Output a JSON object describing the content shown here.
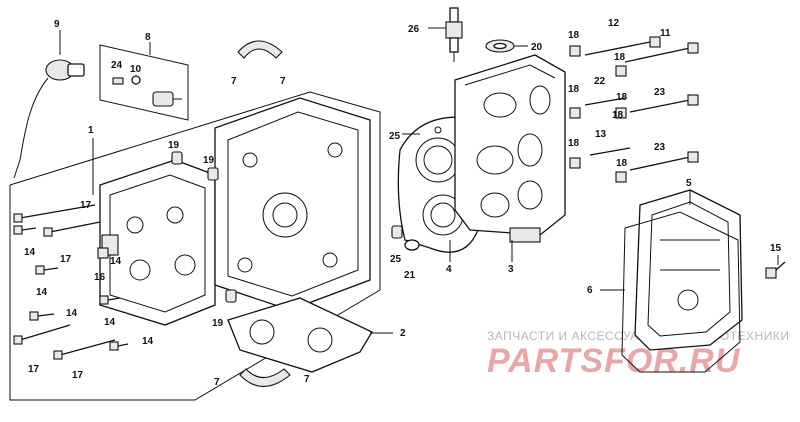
{
  "callouts": {
    "c1": "1",
    "c2": "2",
    "c3": "3",
    "c4": "4",
    "c5": "5",
    "c6": "6",
    "c7a": "7",
    "c7b": "7",
    "c7c": "7",
    "c7d": "7",
    "c8": "8",
    "c9": "9",
    "c10": "10",
    "c11": "11",
    "c12": "12",
    "c13": "13",
    "c14a": "14",
    "c14b": "14",
    "c14c": "14",
    "c14d": "14",
    "c14e": "14",
    "c14f": "14",
    "c15": "15",
    "c16": "16",
    "c17a": "17",
    "c17b": "17",
    "c17c": "17",
    "c17d": "17",
    "c18a": "18",
    "c18b": "18",
    "c18c": "18",
    "c18d": "18",
    "c18e": "18",
    "c18f": "18",
    "c18g": "18",
    "c19a": "19",
    "c19b": "19",
    "c19c": "19",
    "c20": "20",
    "c21": "21",
    "c22": "22",
    "c23a": "23",
    "c23b": "23",
    "c24": "24",
    "c25a": "25",
    "c25b": "25",
    "c26": "26"
  },
  "watermark": {
    "caption": "ЗАПЧАСТИ И АКСЕССУАРЫ ДЛЯ МОТОТЕХНИКИ",
    "brand": "PARTSFOR.RU"
  }
}
